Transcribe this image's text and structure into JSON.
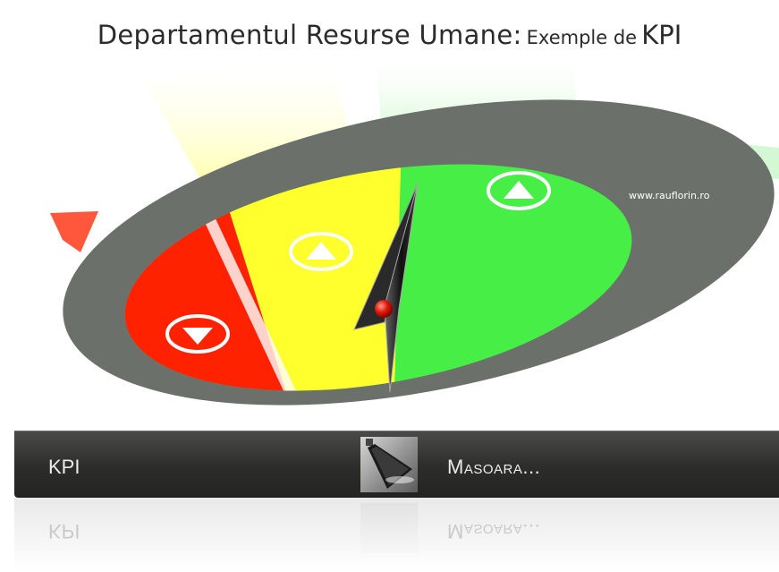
{
  "title": {
    "main": "Departamentul Resurse Umane:",
    "sub": "Exemple de",
    "kpi": "KPI"
  },
  "gauge": {
    "watermark": "www.rauflorin.ro",
    "zones": [
      {
        "color": "#ff2200",
        "arrow": "down"
      },
      {
        "color": "#ffff22",
        "arrow": "up"
      },
      {
        "color": "#3ef03e",
        "arrow": "up"
      }
    ],
    "ring_color": "#6c706a"
  },
  "bar": {
    "left_label": "KPI",
    "right_label": "Masoara..."
  },
  "colors": {
    "bar": "#2e2e2c",
    "bar_text": "#ececec"
  },
  "icons": [
    "down-arrow-icon",
    "up-arrow-icon",
    "gauge-needle-icon",
    "lamp-icon"
  ]
}
